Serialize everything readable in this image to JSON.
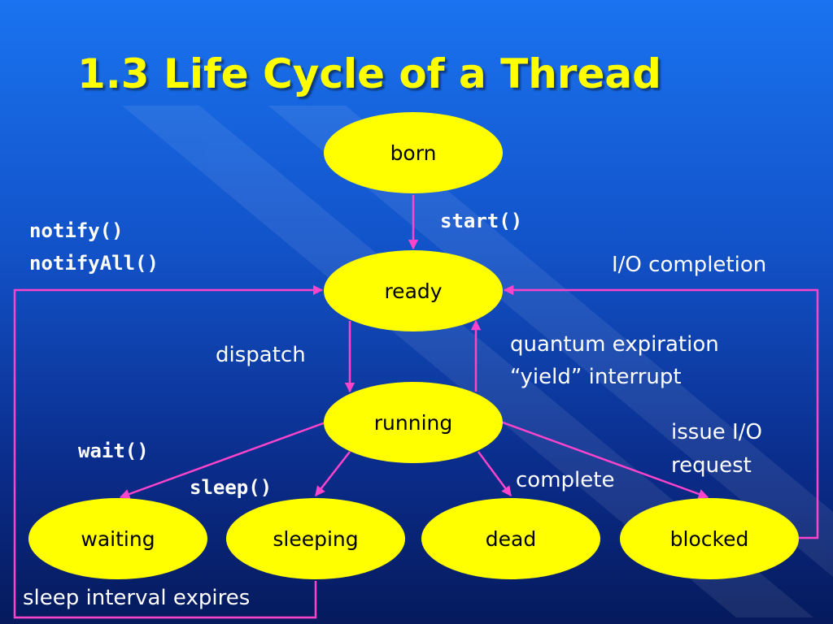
{
  "title": "1.3 Life Cycle of a Thread",
  "colors": {
    "node_fill": "#ffff00",
    "arrow": "#ff44cc",
    "title": "#ffff00",
    "label": "#ffffff"
  },
  "states": {
    "born": "born",
    "ready": "ready",
    "running": "running",
    "waiting": "waiting",
    "sleeping": "sleeping",
    "dead": "dead",
    "blocked": "blocked"
  },
  "labels": {
    "start": "start()",
    "notify": "notify()",
    "notify_all": "notifyAll()",
    "io_completion": "I/O completion",
    "dispatch": "dispatch",
    "quantum_expiration": "quantum expiration",
    "yield_interrupt": "“yield” interrupt",
    "wait": "wait()",
    "sleep": "sleep()",
    "issue_io": "issue I/O",
    "request": "request",
    "complete": "complete",
    "sleep_interval_expires": "sleep interval expires"
  }
}
